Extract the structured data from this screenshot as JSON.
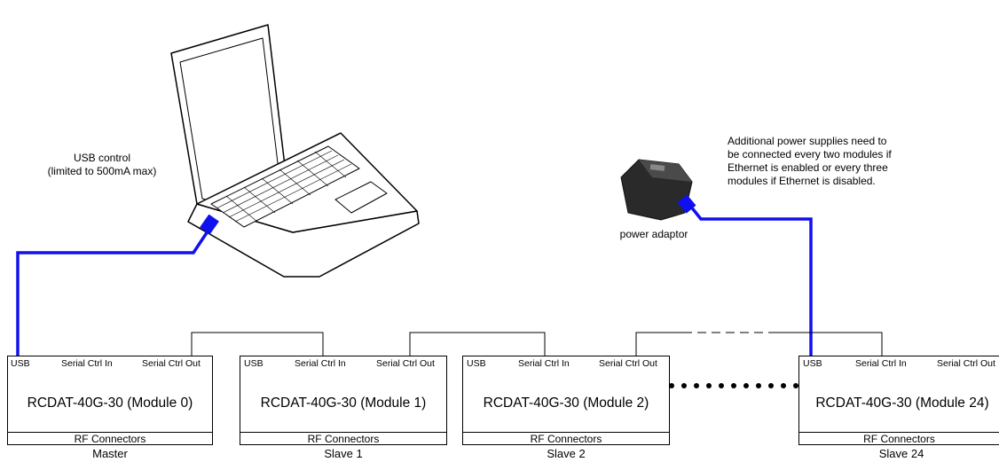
{
  "annotations": {
    "usb_control_line1": "USB control",
    "usb_control_line2": "(limited to 500mA max)",
    "power_note_line1": "Additional power supplies need to",
    "power_note_line2": "be connected every two modules if",
    "power_note_line3": "Ethernet is enabled or every three",
    "power_note_line4": "modules if Ethernet is disabled.",
    "power_adaptor": "power adaptor"
  },
  "ports": {
    "usb": "USB",
    "serial_in": "Serial Ctrl In",
    "serial_out": "Serial Ctrl Out"
  },
  "rf_label": "RF Connectors",
  "modules": [
    {
      "name": "RCDAT-40G-30 (Module 0)",
      "role": "Master"
    },
    {
      "name": "RCDAT-40G-30 (Module 1)",
      "role": "Slave 1"
    },
    {
      "name": "RCDAT-40G-30 (Module 2)",
      "role": "Slave 2"
    },
    {
      "name": "RCDAT-40G-30 (Module 24)",
      "role": "Slave 24"
    }
  ],
  "colors": {
    "cable_usb": "#1010ee",
    "line": "#000000"
  }
}
